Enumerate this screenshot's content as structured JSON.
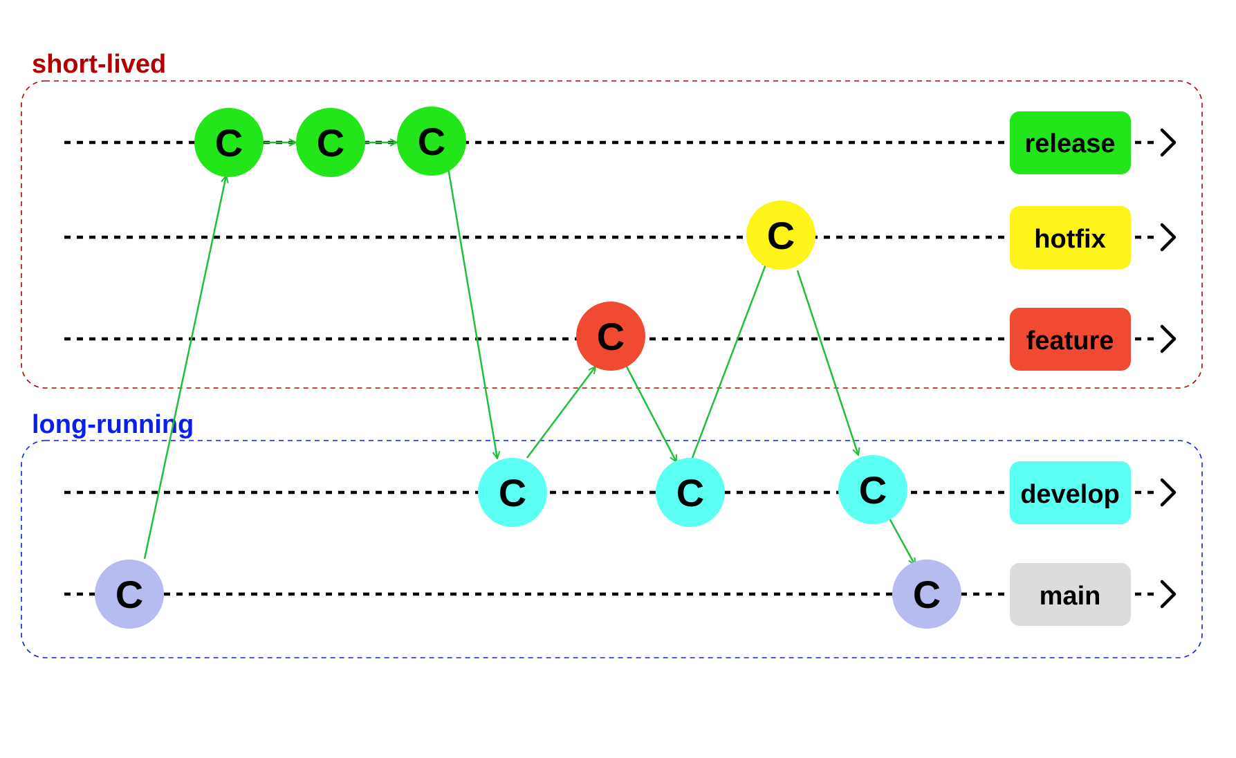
{
  "groups": [
    {
      "id": "short",
      "label": "short-lived",
      "color": "#b30000"
    },
    {
      "id": "long",
      "label": "long-running",
      "color": "#0a1fe8"
    }
  ],
  "branches": [
    {
      "id": "release",
      "label": "release",
      "color": "#22e51a"
    },
    {
      "id": "hotfix",
      "label": "hotfix",
      "color": "#fff41a"
    },
    {
      "id": "feature",
      "label": "feature",
      "color": "#f04a32"
    },
    {
      "id": "develop",
      "label": "develop",
      "color": "#5cfff3"
    },
    {
      "id": "main",
      "label": "main",
      "color": "#dcdcdc"
    }
  ],
  "commit_label": "C",
  "commit_colors": {
    "release": "#22e51a",
    "hotfix": "#fff41a",
    "feature": "#f04a32",
    "develop": "#5cfff3",
    "main": "#b6bcf0"
  },
  "arrow_color": "#1fbf3a"
}
